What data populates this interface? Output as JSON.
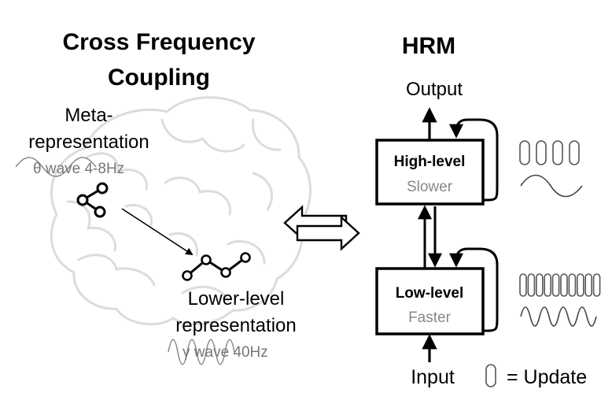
{
  "left_panel": {
    "title_line1": "Cross Frequency",
    "title_line2": "Coupling",
    "meta_line1": "Meta-",
    "meta_line2": "representation",
    "theta_label": "θ wave 4-8Hz",
    "lower_line1": "Lower-level",
    "lower_line2": "representation",
    "gamma_label": "γ wave 40Hz"
  },
  "right_panel": {
    "title": "HRM",
    "output_label": "Output",
    "input_label": "Input",
    "high_box": {
      "title": "High-level",
      "subtitle": "Slower"
    },
    "low_box": {
      "title": "Low-level",
      "subtitle": "Faster"
    },
    "slow_update_count": 4,
    "fast_update_count": 10,
    "legend_label": "= Update"
  },
  "colors": {
    "text": "#000000",
    "muted_text": "#777777",
    "brain_outline": "#dddddd",
    "wave": "#666666",
    "box_border": "#000000"
  }
}
